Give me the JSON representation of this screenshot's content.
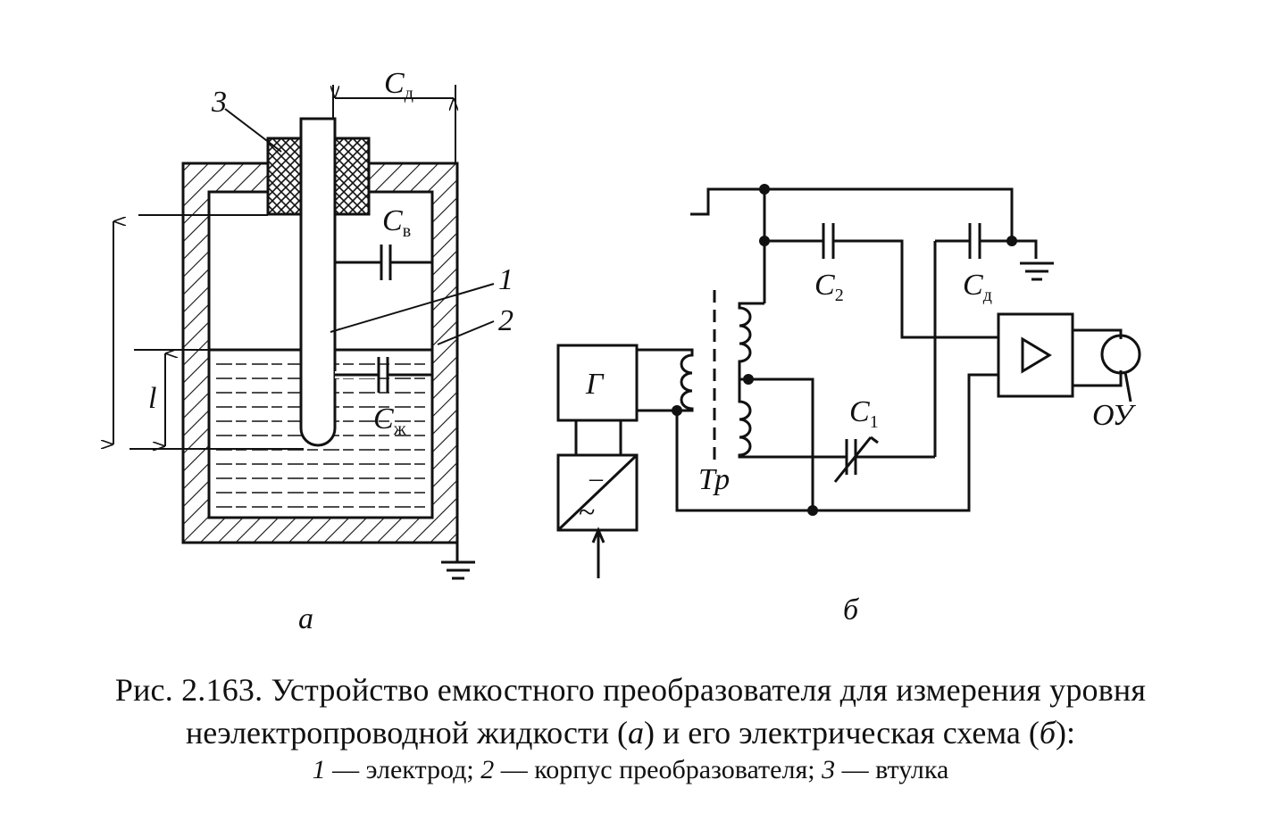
{
  "figure_a": {
    "part_label": "а",
    "callout_3": "3",
    "callout_1": "1",
    "callout_2": "2",
    "cap_d": {
      "main": "C",
      "sub": "д"
    },
    "cap_v": {
      "main": "C",
      "sub": "в"
    },
    "cap_zh": {
      "main": "C",
      "sub": "ж"
    },
    "level_l": "l"
  },
  "figure_b": {
    "part_label": "б",
    "generator": "Г",
    "converter_top": "–",
    "converter_bottom": "~",
    "transformer": "Тр",
    "opamp": "ОУ",
    "c2": {
      "main": "C",
      "sub": "2"
    },
    "cd": {
      "main": "C",
      "sub": "д"
    },
    "c1": {
      "main": "C",
      "sub": "1"
    }
  },
  "caption": {
    "line1": "Рис. 2.163. Устройство емкостного преобразователя для измерения уровня",
    "line2_a": "неэлектропроводной жидкости (",
    "line2_a_it": "а",
    "line2_b": ") и его электрическая схема (",
    "line2_b_it": "б",
    "line2_c": "):",
    "line3_n1": "1",
    "line3_t1": " — электрод; ",
    "line3_n2": "2",
    "line3_t2": " — корпус преобразователя; ",
    "line3_n3": "3",
    "line3_t3": " — втулка"
  }
}
